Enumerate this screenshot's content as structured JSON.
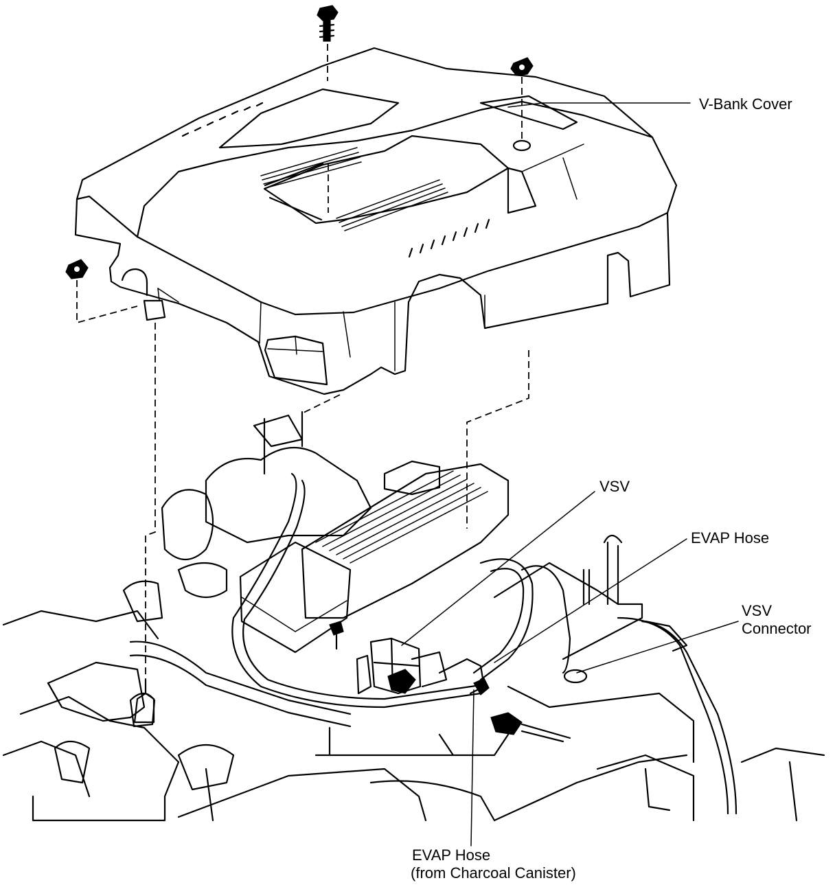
{
  "labels": {
    "v_bank_cover": "V-Bank Cover",
    "vsv": "VSV",
    "evap_hose": "EVAP Hose",
    "vsv_connector_line1": "VSV",
    "vsv_connector_line2": "Connector",
    "evap_hose_bottom_line1": "EVAP Hose",
    "evap_hose_bottom_line2": "(from Charcoal Canister)"
  }
}
